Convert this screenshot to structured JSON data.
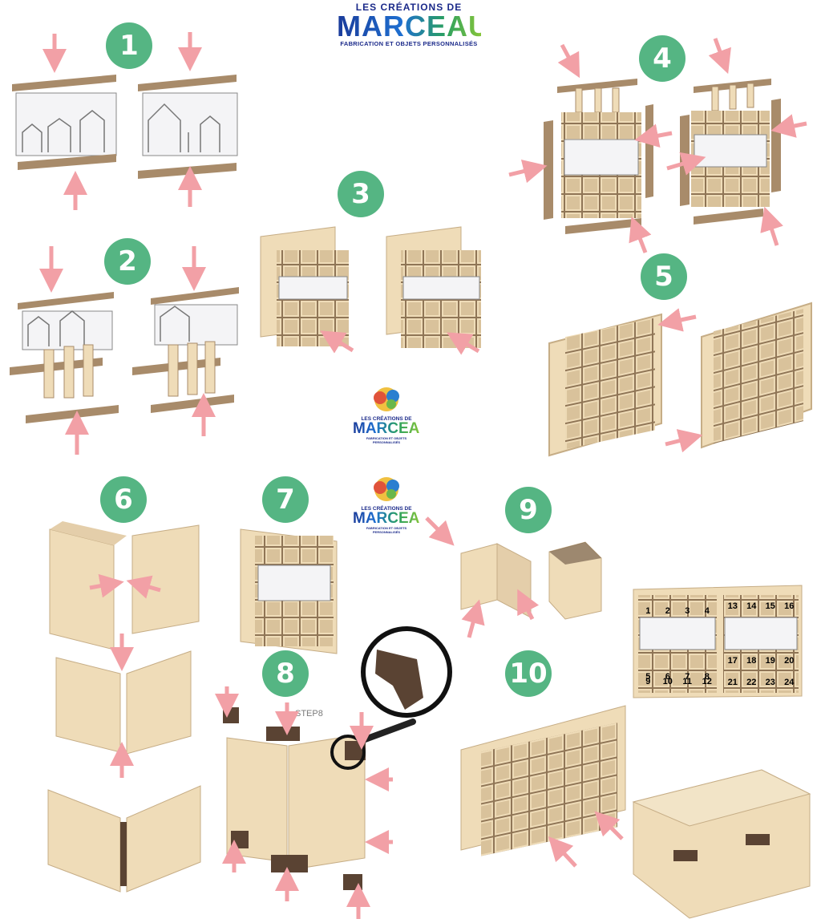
{
  "brand": {
    "line1": "LES CRÉATIONS DE",
    "line2": "MARCEAU",
    "line3": "FABRICATION ET OBJETS PERSONNALISÉS"
  },
  "steps": [
    {
      "label": "1"
    },
    {
      "label": "2"
    },
    {
      "label": "3"
    },
    {
      "label": "4"
    },
    {
      "label": "5"
    },
    {
      "label": "6"
    },
    {
      "label": "7"
    },
    {
      "label": "8"
    },
    {
      "label": "9"
    },
    {
      "label": "10"
    }
  ],
  "step8_caption": "STEP8",
  "drawer_numbers_left": [
    "1",
    "2",
    "3",
    "4",
    "5",
    "6",
    "7",
    "8",
    "9",
    "10",
    "11",
    "12"
  ],
  "drawer_numbers_right": [
    "13",
    "14",
    "15",
    "16",
    "17",
    "18",
    "19",
    "20",
    "21",
    "22",
    "23",
    "24"
  ],
  "colors": {
    "badge": "#55b583",
    "arrow": "#f2a0a6",
    "wood": "#efdcb8",
    "wood_dark": "#a88b6a",
    "corner": "#5a4333"
  },
  "icons": {
    "arrow": "pink-arrow-icon",
    "magnifier": "magnifier-icon"
  }
}
